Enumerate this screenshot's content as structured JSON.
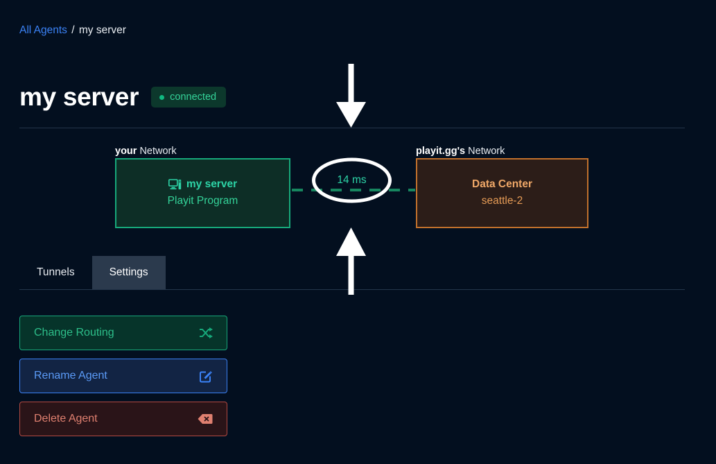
{
  "breadcrumb": {
    "link_label": "All Agents",
    "separator": "/",
    "current": "my server"
  },
  "header": {
    "title": "my server",
    "status_label": "connected",
    "status_color": "#34d399",
    "status_bg": "#0c382c"
  },
  "diagram": {
    "left_network": {
      "label_strong": "your",
      "label_rest": " Network",
      "box_title": "my server",
      "box_subtitle": "Playit Program",
      "icon": "desktop-computer-icon",
      "border_color": "#17a97b",
      "fill_color": "#0d2e26"
    },
    "right_network": {
      "label_strong": "playit.gg's",
      "label_rest": " Network",
      "box_title": "Data Center",
      "box_subtitle": "seattle-2",
      "border_color": "#c2712c",
      "fill_color": "#2c1d18"
    },
    "latency": {
      "value": "14 ms",
      "text_color": "#2dd4a7",
      "ring_color": "#ffffff"
    },
    "connector_color": "#17865f",
    "arrow_down_icon": "arrow-down-icon",
    "arrow_up_icon": "arrow-up-icon"
  },
  "tabs": [
    {
      "label": "Tunnels",
      "active": false
    },
    {
      "label": "Settings",
      "active": true
    }
  ],
  "actions": [
    {
      "label": "Change Routing",
      "icon": "shuffle-icon",
      "accent": "#17a97b",
      "text_color": "#2dbf8a",
      "bg": "#06342a"
    },
    {
      "label": "Rename Agent",
      "icon": "pencil-square-icon",
      "accent": "#3b82f6",
      "text_color": "#5b9bf8",
      "bg": "#122444"
    },
    {
      "label": "Delete Agent",
      "icon": "backspace-delete-icon",
      "accent": "#b44a42",
      "text_color": "#e08070",
      "bg": "#2a1418"
    }
  ]
}
